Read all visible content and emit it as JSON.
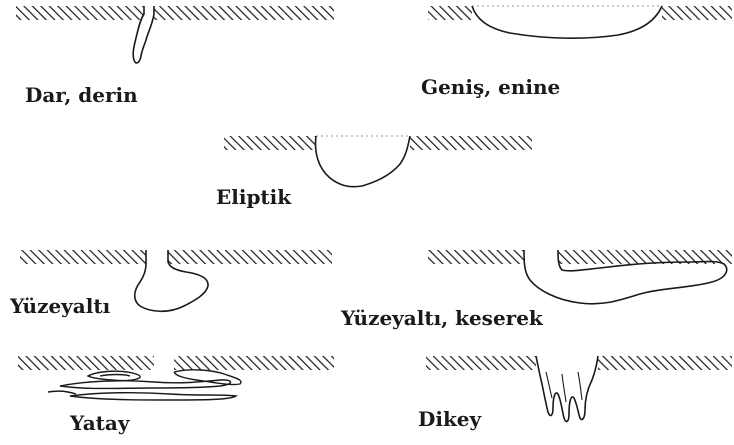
{
  "labels": {
    "dar_derin": "Dar, derin",
    "genis_enine": "Geniş, enine",
    "eliptik": "Eliptik",
    "yuzeyalti": "Yüzeyaltı",
    "yuzeyalti_keserek": "Yüzeyaltı, keserek",
    "yatay": "Yatay",
    "dikey": "Dikey"
  },
  "colors": {
    "line": "#1a1a1a",
    "background": "#ffffff",
    "dotted_line": "#999999"
  }
}
